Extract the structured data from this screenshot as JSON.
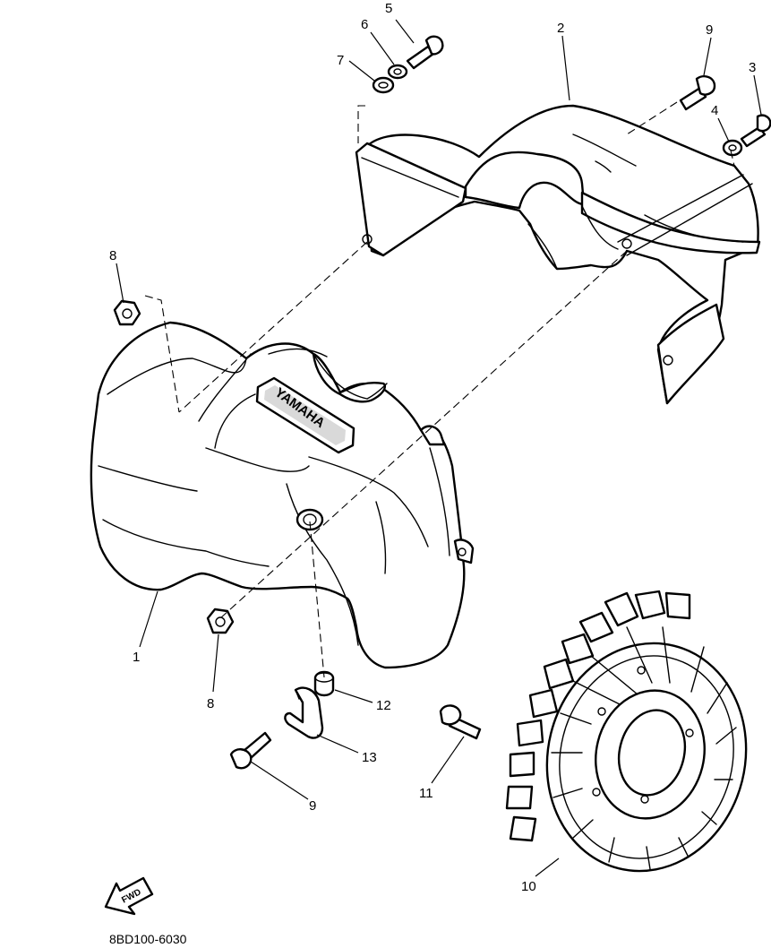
{
  "diagram": {
    "callouts": [
      {
        "id": "1",
        "label": "1"
      },
      {
        "id": "2",
        "label": "2"
      },
      {
        "id": "3",
        "label": "3"
      },
      {
        "id": "4",
        "label": "4"
      },
      {
        "id": "5",
        "label": "5"
      },
      {
        "id": "6",
        "label": "6"
      },
      {
        "id": "7",
        "label": "7"
      },
      {
        "id": "8a",
        "label": "8"
      },
      {
        "id": "8b",
        "label": "8"
      },
      {
        "id": "9a",
        "label": "9"
      },
      {
        "id": "9b",
        "label": "9"
      },
      {
        "id": "10",
        "label": "10"
      },
      {
        "id": "11",
        "label": "11"
      },
      {
        "id": "12",
        "label": "12"
      },
      {
        "id": "13",
        "label": "13"
      }
    ],
    "logo_text": "YAMAHA",
    "fwd_text": "FWD",
    "drawing_code": "8BD100-6030"
  }
}
